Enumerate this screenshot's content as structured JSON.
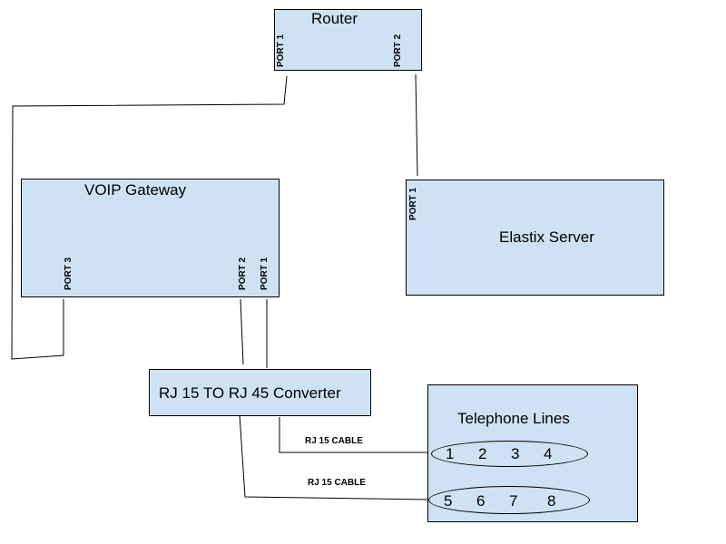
{
  "router": {
    "title": "Router",
    "port1": "PORT 1",
    "port2": "PORT 2"
  },
  "voip": {
    "title": "VOIP Gateway",
    "port1": "PORT 1",
    "port2": "PORT 2",
    "port3": "PORT 3"
  },
  "elastix": {
    "title": "Elastix Server",
    "port1": "PORT 1"
  },
  "converter": {
    "title": "RJ 15 TO RJ 45 Converter"
  },
  "telephone": {
    "title": "Telephone Lines",
    "row1": [
      "1",
      "2",
      "3",
      "4"
    ],
    "row2": [
      "5",
      "6",
      "7",
      "8"
    ]
  },
  "cables": {
    "top": "RJ 15 CABLE",
    "bottom": "RJ 15 CABLE"
  },
  "colors": {
    "box_fill": "#cfe2f3",
    "line": "#000000"
  }
}
